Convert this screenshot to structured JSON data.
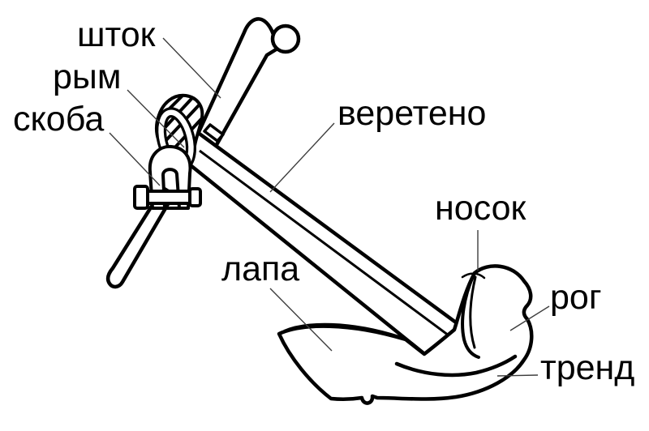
{
  "colors": {
    "background": "#ffffff",
    "line": "#000000",
    "leader": "#3d3d3d",
    "text": "#000000"
  },
  "labels": [
    {
      "id": "shtok",
      "text": "шток"
    },
    {
      "id": "rym",
      "text": "рым"
    },
    {
      "id": "skoba",
      "text": "скоба"
    },
    {
      "id": "vereteno",
      "text": "веретено"
    },
    {
      "id": "nosok",
      "text": "носок"
    },
    {
      "id": "lapa",
      "text": "лапа"
    },
    {
      "id": "rog",
      "text": "рог"
    },
    {
      "id": "trend",
      "text": "тренд"
    }
  ]
}
